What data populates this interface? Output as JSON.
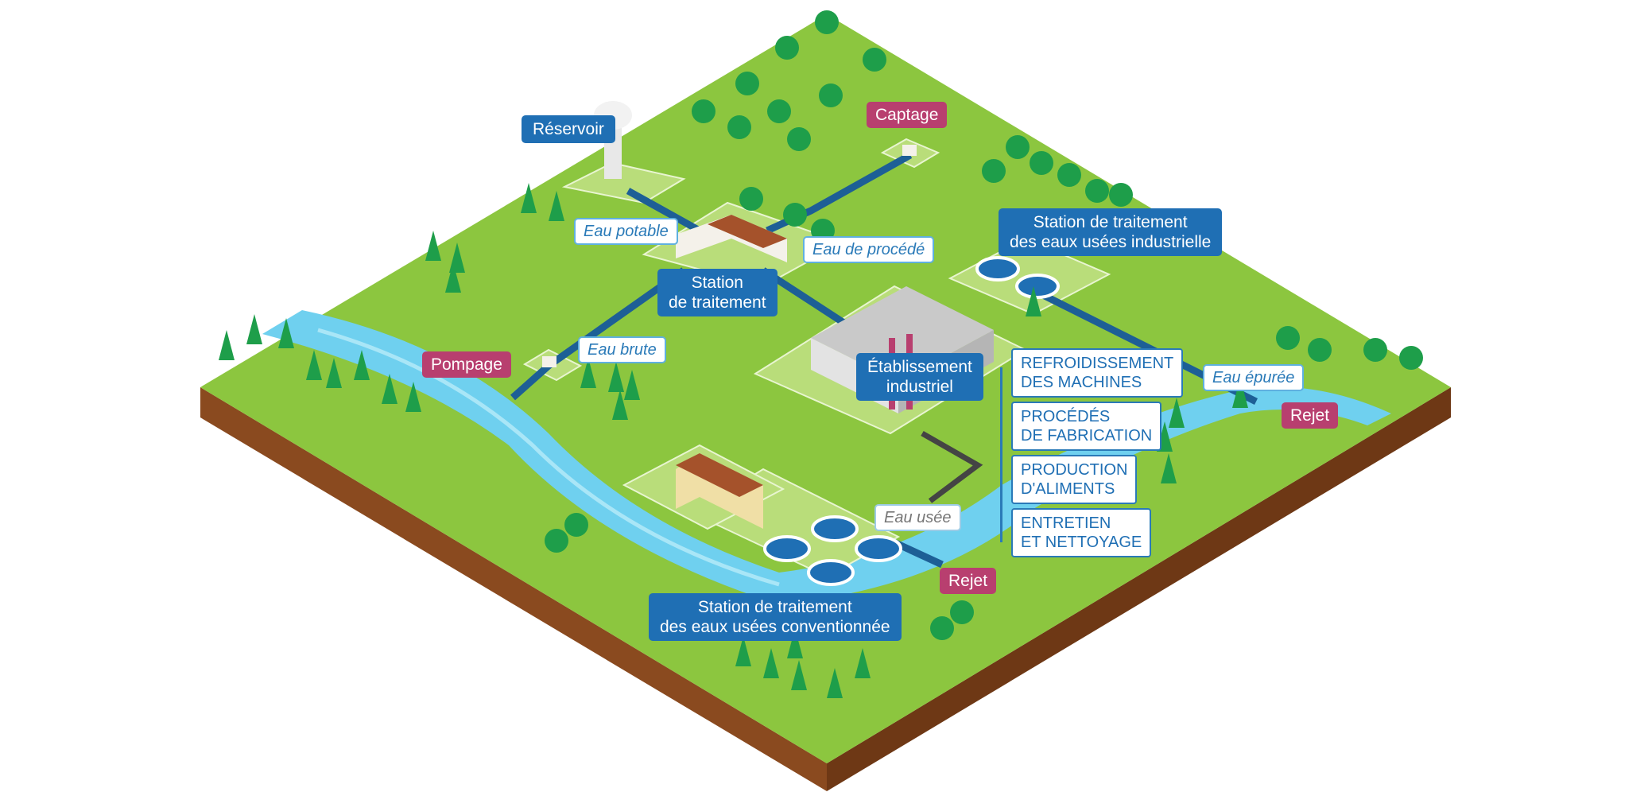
{
  "labels": {
    "reservoir": "Réservoir",
    "captage": "Captage",
    "pompage": "Pompage",
    "rejet_right": "Rejet",
    "rejet_bottom": "Rejet",
    "eau_potable": "Eau potable",
    "eau_procede": "Eau de procédé",
    "eau_brute": "Eau brute",
    "eau_epuree": "Eau épurée",
    "eau_usee": "Eau usée",
    "station_traitement": [
      "Station",
      "de traitement"
    ],
    "station_industrielle": [
      "Station de traitement",
      "des eaux usées industrielle"
    ],
    "station_conventionnelle": [
      "Station de traitement",
      "des eaux usées conventionnée"
    ],
    "etablissement": [
      "Établissement",
      "industriel"
    ]
  },
  "uses": [
    [
      "REFROIDISSEMENT",
      "DES MACHINES"
    ],
    [
      "PROCÉDÉS",
      "DE FABRICATION"
    ],
    [
      "PRODUCTION",
      "D'ALIMENTS"
    ],
    [
      "ENTRETIEN",
      "ET NETTOYAGE"
    ]
  ],
  "colors": {
    "grass": "#8cc63f",
    "soil": "#8a4a1f",
    "river": "#6fd0ef",
    "pipe": "#1d5f96",
    "label_dark": "#1f6fb4",
    "label_pink": "#b83f6f"
  }
}
